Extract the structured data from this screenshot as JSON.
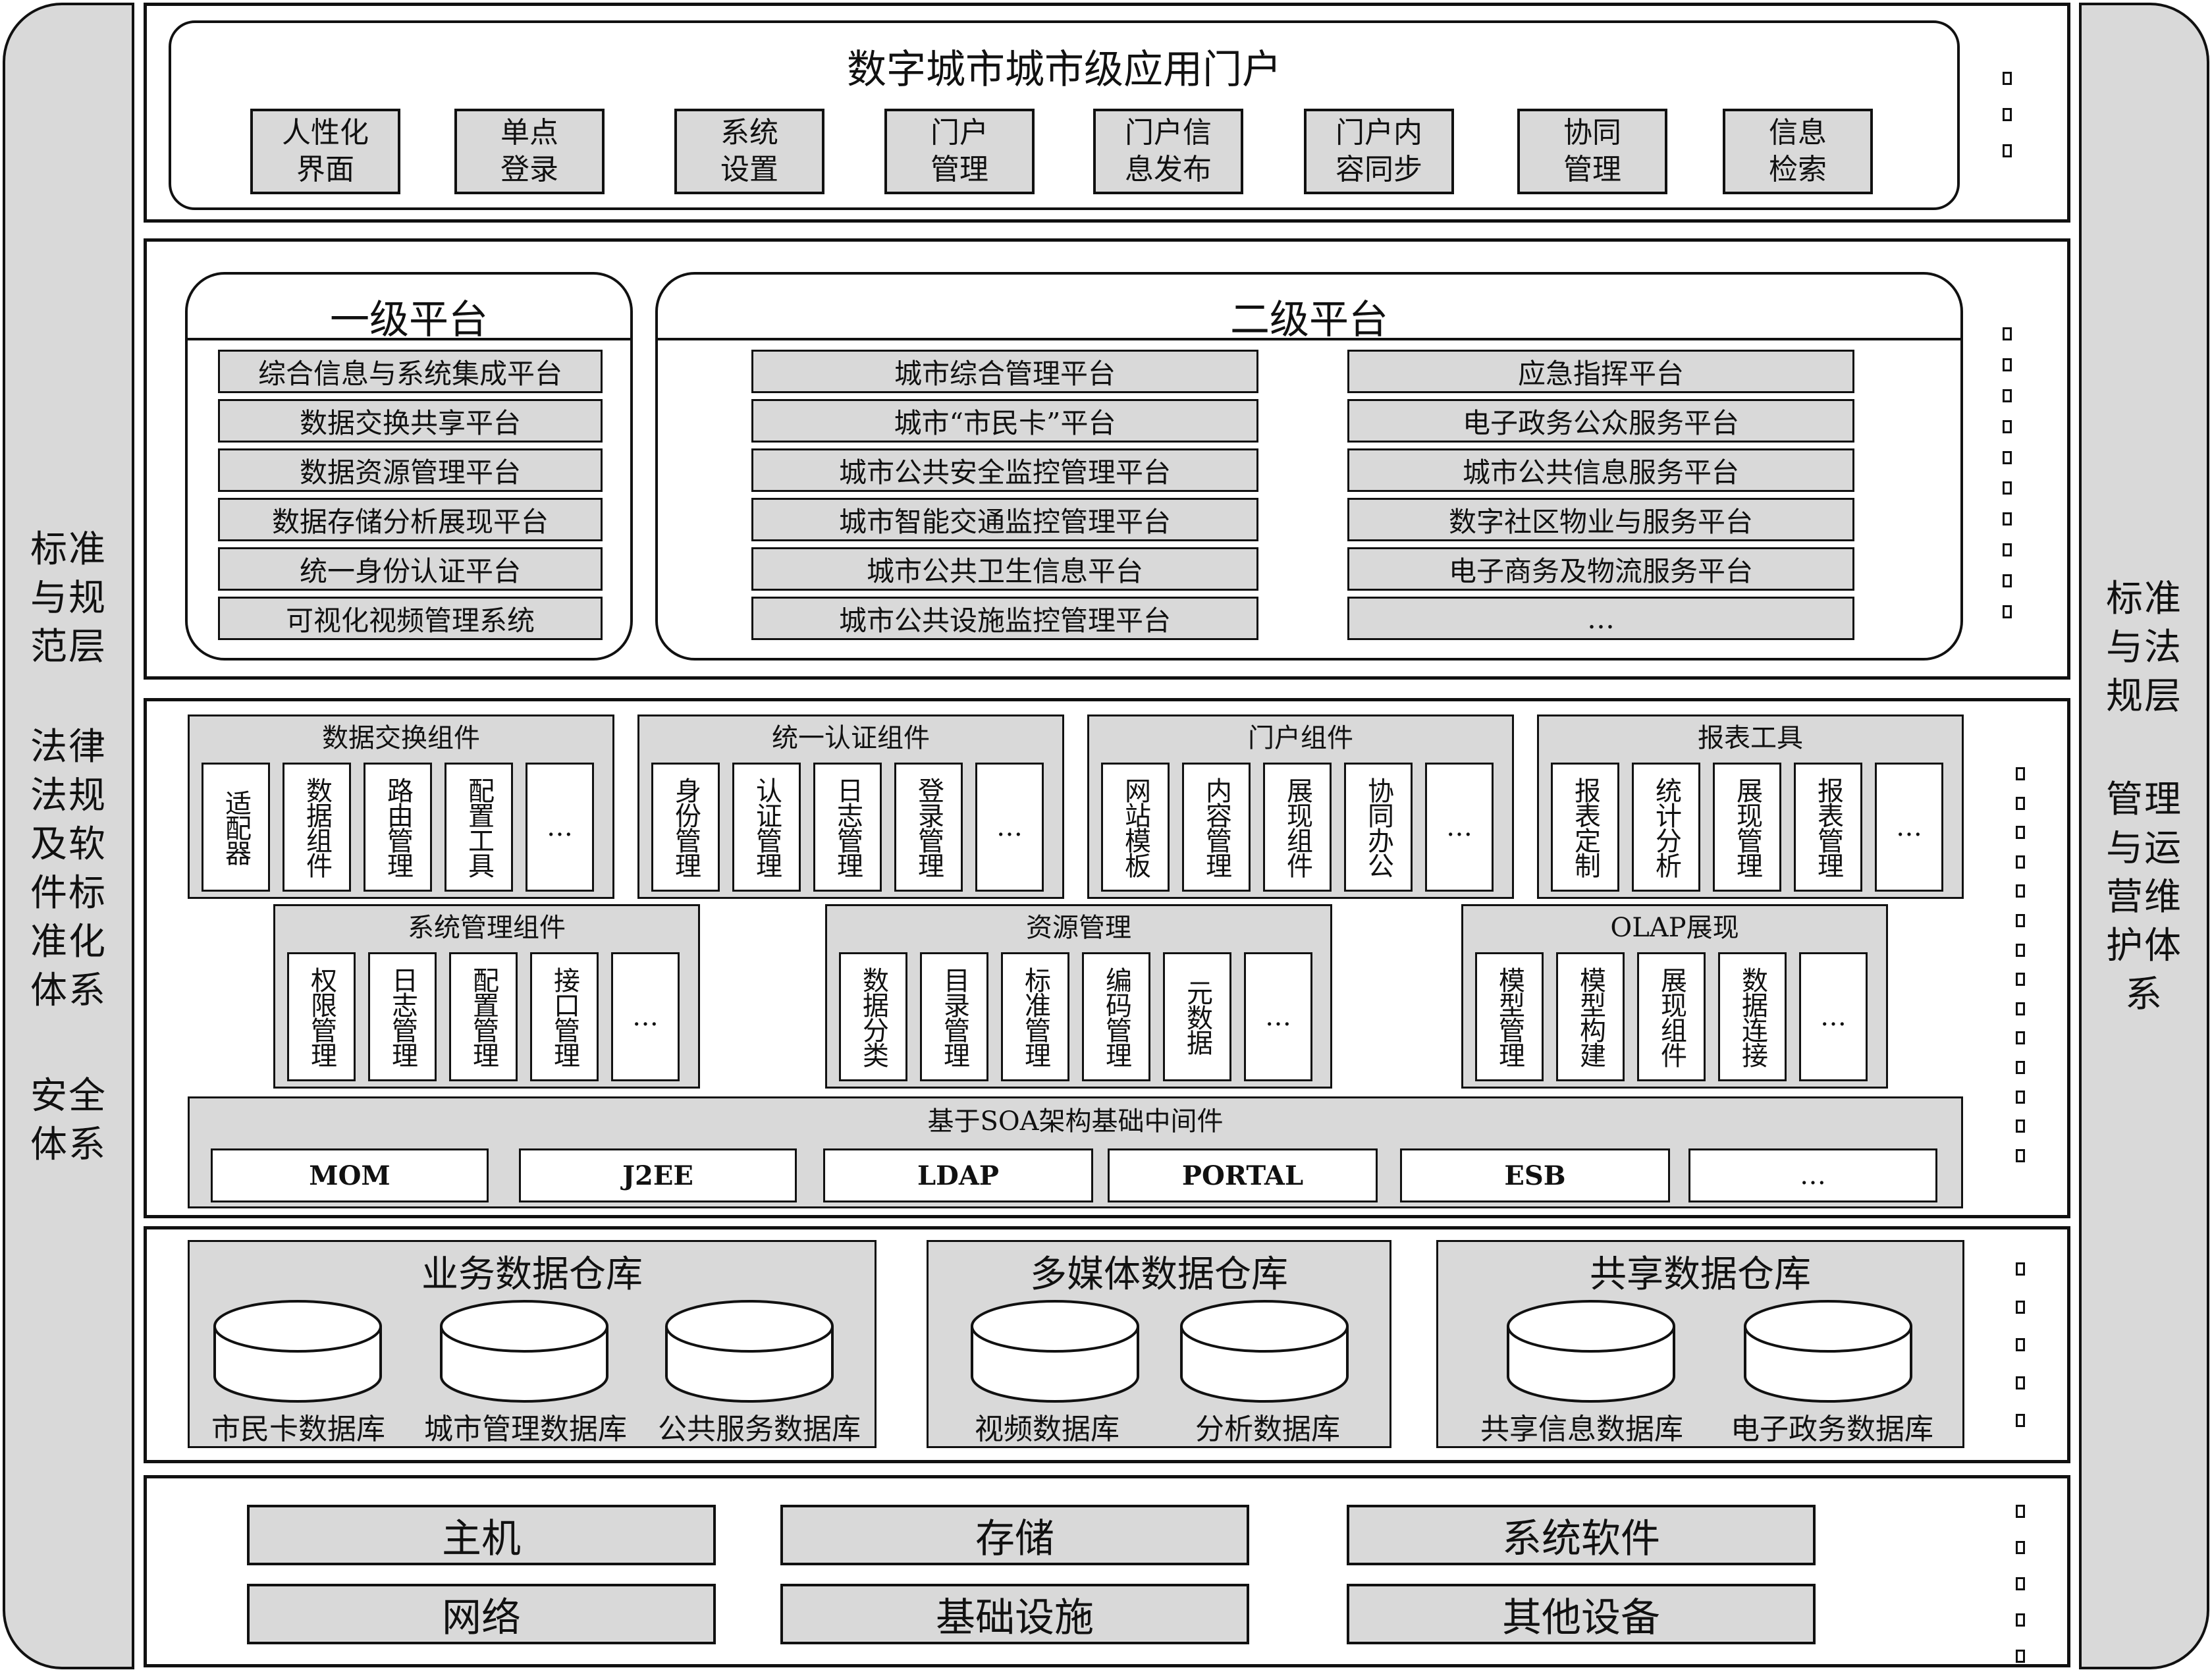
{
  "left_bar": {
    "blocks": [
      "标准\n与规\n范层",
      "法律\n法规\n及软\n件标\n准化\n体系",
      "安全\n体系"
    ]
  },
  "right_bar": {
    "blocks": [
      "标准\n与法\n规层",
      "管理\n与运\n营维\n护体\n系"
    ]
  },
  "portal": {
    "title": "数字城市城市级应用门户",
    "items": [
      "人性化\n界面",
      "单点\n登录",
      "系统\n设置",
      "门户\n管理",
      "门户信\n息发布",
      "门户内\n容同步",
      "协同\n管理",
      "信息\n检索"
    ]
  },
  "platform": {
    "level1": {
      "title": "一级平台",
      "items": [
        "综合信息与系统集成平台",
        "数据交换共享平台",
        "数据资源管理平台",
        "数据存储分析展现平台",
        "统一身份认证平台",
        "可视化视频管理系统"
      ]
    },
    "level2": {
      "title": "二级平台",
      "left_items": [
        "城市综合管理平台",
        "城市“市民卡”平台",
        "城市公共安全监控管理平台",
        "城市智能交通监控管理平台",
        "城市公共卫生信息平台",
        "城市公共设施监控管理平台"
      ],
      "right_items": [
        "应急指挥平台",
        "电子政务公众服务平台",
        "城市公共信息服务平台",
        "数字社区物业与服务平台",
        "电子商务及物流服务平台",
        "…"
      ]
    }
  },
  "components": {
    "row1": [
      {
        "title": "数据交换组件",
        "items": [
          "适配器",
          "数据组件",
          "路由管理",
          "配置工具",
          "…"
        ]
      },
      {
        "title": "统一认证组件",
        "items": [
          "身份管理",
          "认证管理",
          "日志管理",
          "登录管理",
          "…"
        ]
      },
      {
        "title": "门户组件",
        "items": [
          "网站模板",
          "内容管理",
          "展现组件",
          "协同办公",
          "…"
        ]
      },
      {
        "title": "报表工具",
        "items": [
          "报表定制",
          "统计分析",
          "展现管理",
          "报表管理",
          "…"
        ]
      }
    ],
    "row2": [
      {
        "title": "系统管理组件",
        "items": [
          "权限管理",
          "日志管理",
          "配置管理",
          "接口管理",
          "…"
        ]
      },
      {
        "title": "资源管理",
        "items": [
          "数据分类",
          "目录管理",
          "标准管理",
          "编码管理",
          "元数据",
          "…"
        ]
      },
      {
        "title": "OLAP展现",
        "items": [
          "模型管理",
          "模型构建",
          "展现组件",
          "数据连接",
          "…"
        ]
      }
    ],
    "soa": {
      "title": "基于SOA架构基础中间件",
      "items": [
        "MOM",
        "J2EE",
        "LDAP",
        "PORTAL",
        "ESB",
        "…"
      ]
    }
  },
  "warehouses": [
    {
      "title": "业务数据仓库",
      "dbs": [
        "市民卡数据库",
        "城市管理数据库",
        "公共服务数据库"
      ]
    },
    {
      "title": "多媒体数据仓库",
      "dbs": [
        "视频数据库",
        "分析数据库"
      ]
    },
    {
      "title": "共享数据仓库",
      "dbs": [
        "共享信息数据库",
        "电子政务数据库"
      ]
    }
  ],
  "infrastructure": {
    "items": [
      "主机",
      "存储",
      "系统软件",
      "网络",
      "基础设施",
      "其他设备"
    ]
  },
  "colors": {
    "panel_gray": "#d9d9d9",
    "border": "#111111",
    "background": "#ffffff"
  }
}
